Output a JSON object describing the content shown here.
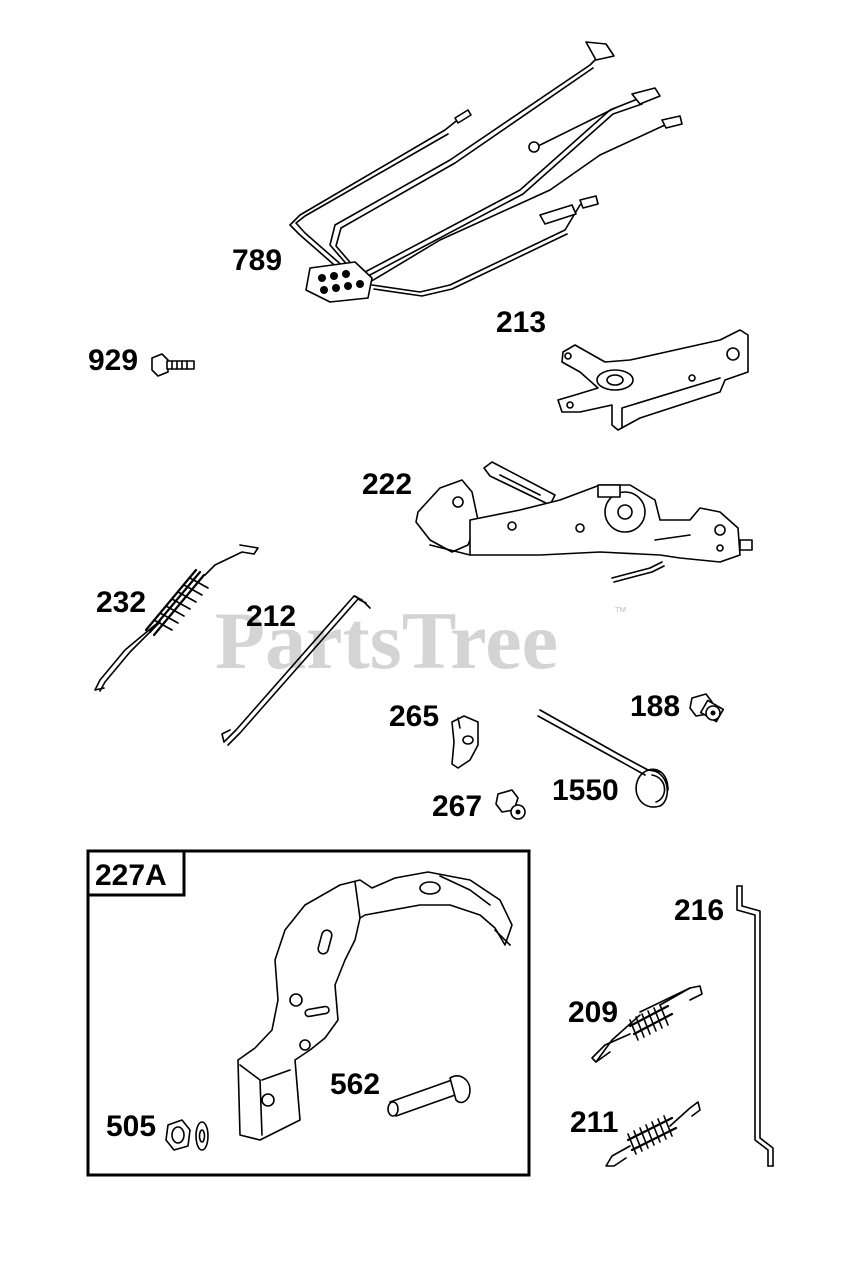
{
  "watermark": {
    "text": "PartsTree",
    "trademark": "™"
  },
  "group_label": "227A",
  "parts": {
    "p789": "789",
    "p929": "929",
    "p213": "213",
    "p222": "222",
    "p232": "232",
    "p212": "212",
    "p265": "265",
    "p188": "188",
    "p267": "267",
    "p1550": "1550",
    "p216": "216",
    "p209": "209",
    "p211": "211",
    "p562": "562",
    "p505": "505"
  }
}
